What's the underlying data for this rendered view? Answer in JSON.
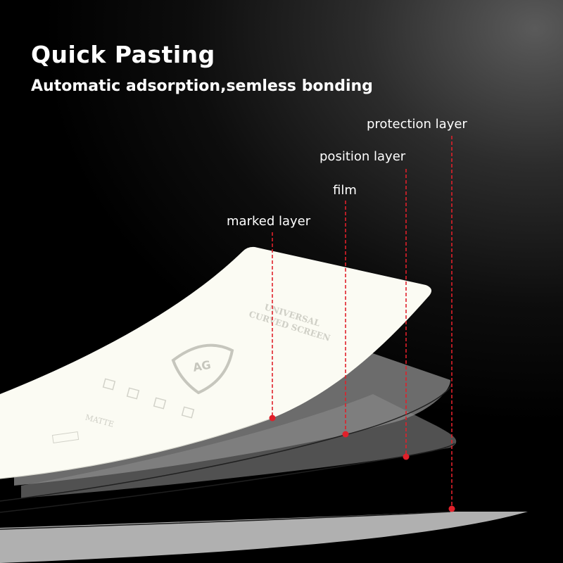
{
  "heading": {
    "title": "Quick Pasting",
    "subtitle": "Automatic adsorption,semless bonding"
  },
  "layers": [
    {
      "label": "protection layer"
    },
    {
      "label": "position layer"
    },
    {
      "label": "film"
    },
    {
      "label": "marked layer"
    }
  ],
  "sheet_print": {
    "line1": "UNIVERSAL",
    "line2": "CURVED SCREEN",
    "logo": "AG",
    "finish": "MATTE"
  },
  "colors": {
    "background": "#000000",
    "callout_line": "#e0202a",
    "top_sheet": "#fbfbf3"
  }
}
